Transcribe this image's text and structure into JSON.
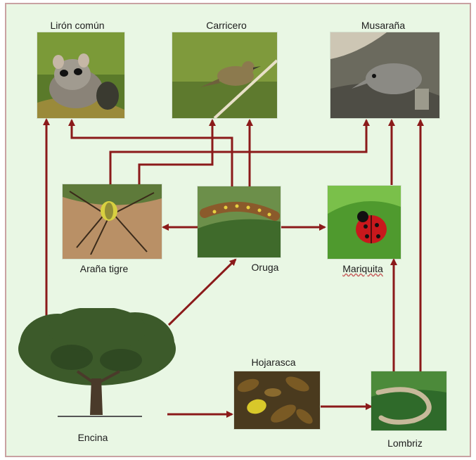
{
  "diagram": {
    "nodes": {
      "liron": {
        "label": "Lirón común",
        "icon": "dormouse-photo"
      },
      "carricero": {
        "label": "Carricero",
        "icon": "warbler-bird-photo"
      },
      "musarana": {
        "label": "Musaraña",
        "icon": "shrew-photo"
      },
      "arana": {
        "label": "Araña tigre",
        "icon": "tiger-spider-photo"
      },
      "oruga": {
        "label": "Oruga",
        "icon": "caterpillar-photo"
      },
      "mariquita": {
        "label": "Mariquita",
        "icon": "ladybug-photo"
      },
      "encina": {
        "label": "Encina",
        "icon": "holm-oak-tree"
      },
      "hojarasca": {
        "label": "Hojarasca",
        "icon": "leaf-litter-photo"
      },
      "lombriz": {
        "label": "Lombriz",
        "icon": "earthworm-photo"
      }
    },
    "arrows": [
      {
        "from": "Encina",
        "to": "Lirón común"
      },
      {
        "from": "Encina",
        "to": "Oruga"
      },
      {
        "from": "Encina",
        "to": "Hojarasca"
      },
      {
        "from": "Hojarasca",
        "to": "Lombriz"
      },
      {
        "from": "Lombriz",
        "to": "Mariquita"
      },
      {
        "from": "Lombriz",
        "to": "Musaraña"
      },
      {
        "from": "Mariquita",
        "to": "Musaraña"
      },
      {
        "from": "Oruga",
        "to": "Araña tigre"
      },
      {
        "from": "Oruga",
        "to": "Mariquita"
      },
      {
        "from": "Oruga",
        "to": "Carricero"
      },
      {
        "from": "Oruga",
        "to": "Lirón común"
      },
      {
        "from": "Araña tigre",
        "to": "Carricero"
      },
      {
        "from": "Araña tigre",
        "to": "Musaraña"
      }
    ],
    "colors": {
      "background": "#e9f7e4",
      "arrow": "#8b1a1a",
      "border": "#c9a2a2"
    }
  }
}
